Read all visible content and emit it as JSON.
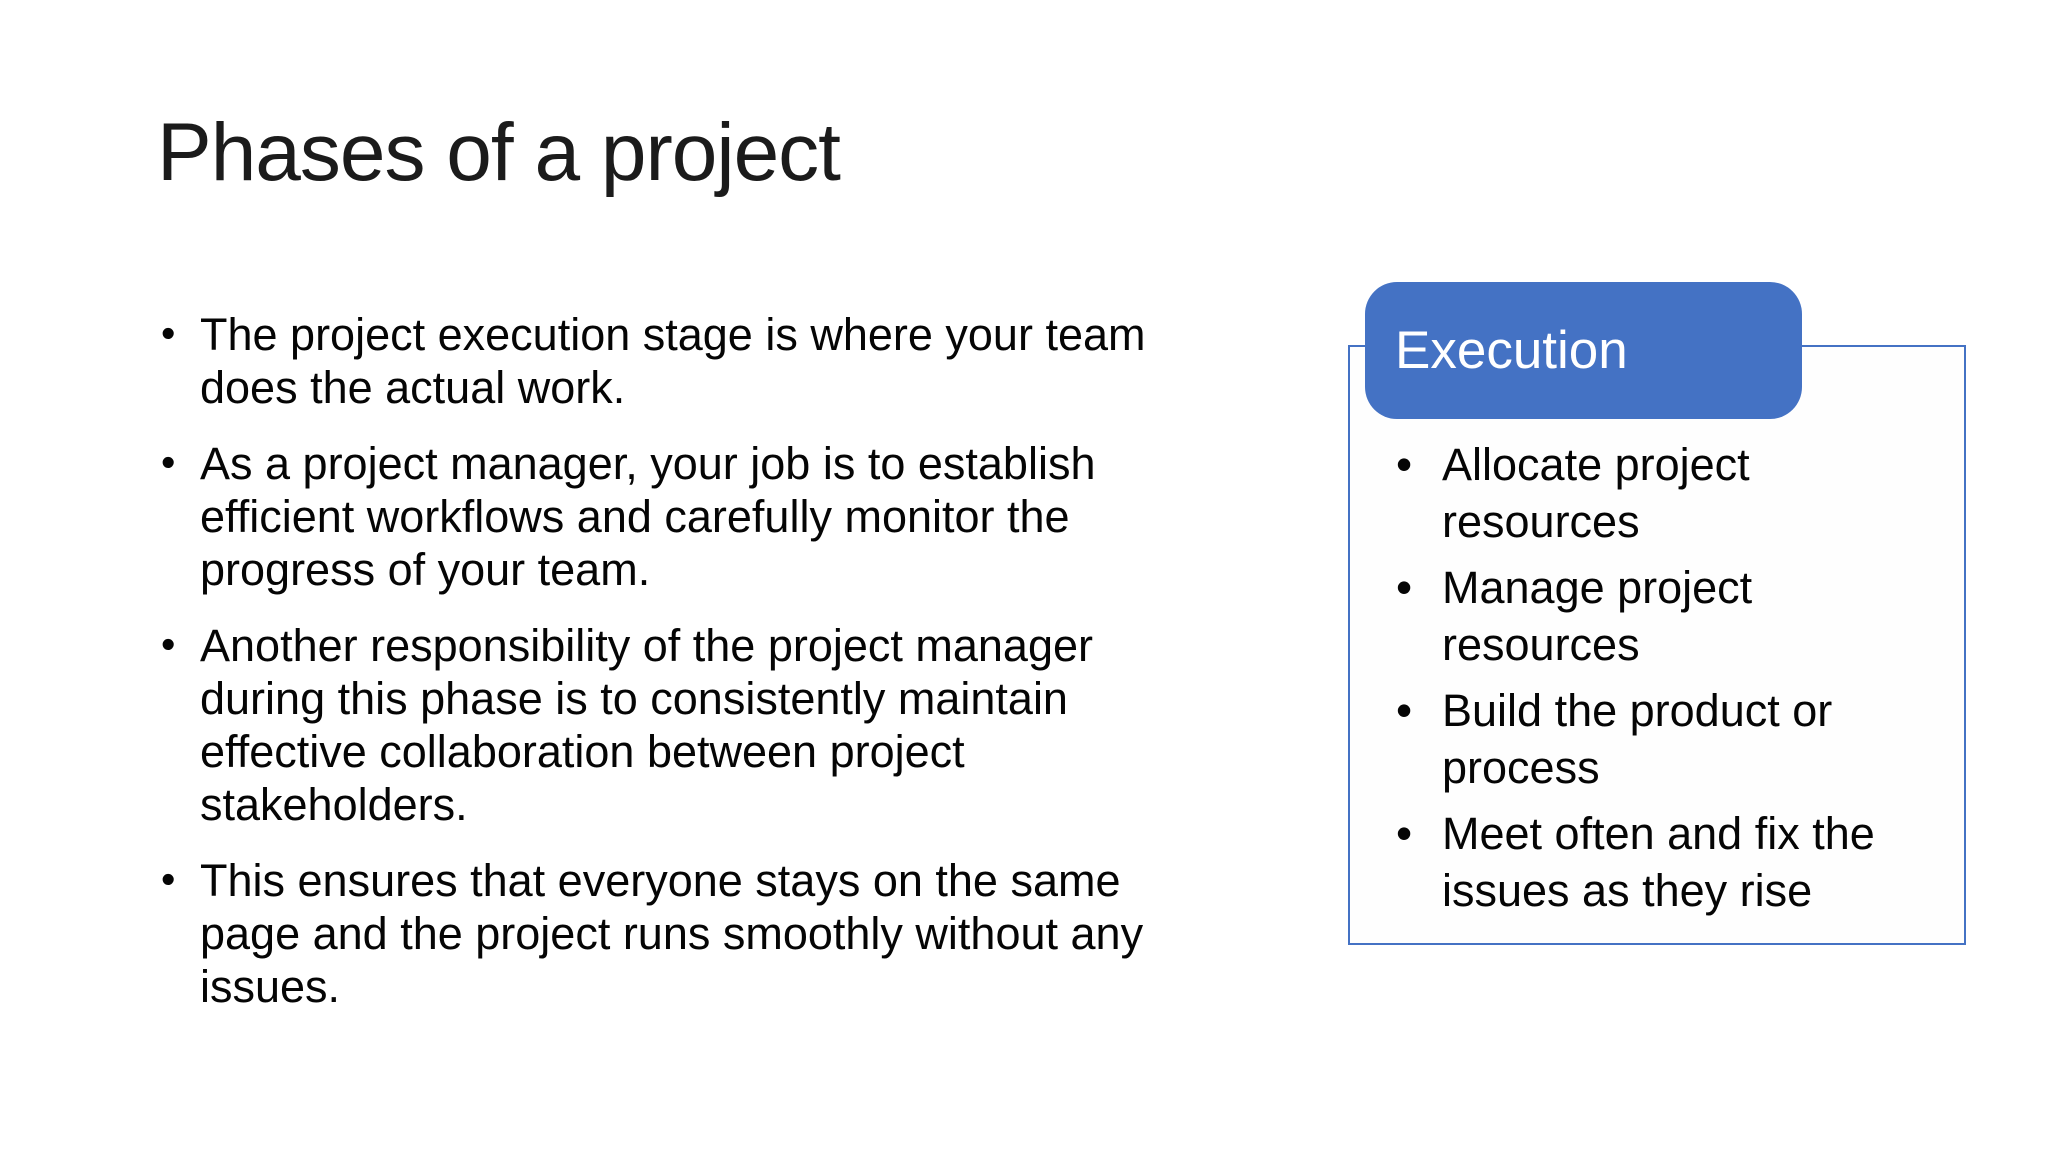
{
  "slide": {
    "title": "Phases of a project"
  },
  "content": {
    "bullets": [
      [
        "The project execution stage is where your team",
        "does the actual work."
      ],
      [
        "As a project manager, your job is to establish",
        "efficient workflows and carefully monitor the",
        "progress of your team."
      ],
      [
        "Another responsibility of the project manager",
        "during this phase is to consistently maintain",
        "effective collaboration between project",
        "stakeholders."
      ],
      [
        "This ensures that everyone stays on the same",
        "page and the project runs smoothly without any",
        "issues."
      ]
    ]
  },
  "execution_card": {
    "header_label": "Execution",
    "items": [
      [
        "Allocate project",
        "resources"
      ],
      [
        "Manage project",
        "resources"
      ],
      [
        "Build the product or",
        "process"
      ],
      [
        "Meet often and fix the",
        "issues as they rise"
      ]
    ]
  },
  "colors": {
    "background": "#FFFFFF",
    "accent_blue": "#4472C4",
    "card_border": "#4472C4",
    "header_text": "#FFFFFF",
    "title_text": "#1B1B1B",
    "body_text": "#050505"
  }
}
